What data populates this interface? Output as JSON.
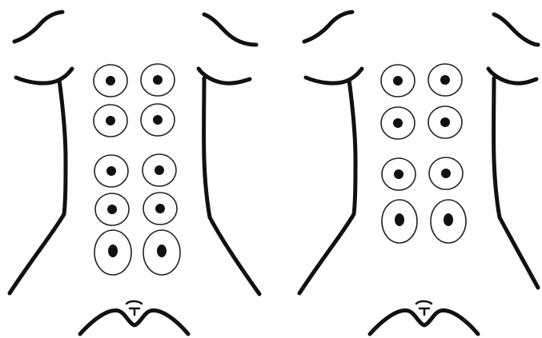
{
  "figures": [
    {
      "name": "back-left",
      "electrode_layout": {
        "columns": 2,
        "pairs": 5
      }
    },
    {
      "name": "back-right",
      "electrode_layout": {
        "columns": 2,
        "pairs": 4
      }
    }
  ],
  "colors": {
    "line": "#111111",
    "ring": "#222222",
    "background": "#ffffff"
  },
  "icons": {
    "electrode": "electrode-pad-icon",
    "sacrum": "sacrum-marker-icon"
  }
}
